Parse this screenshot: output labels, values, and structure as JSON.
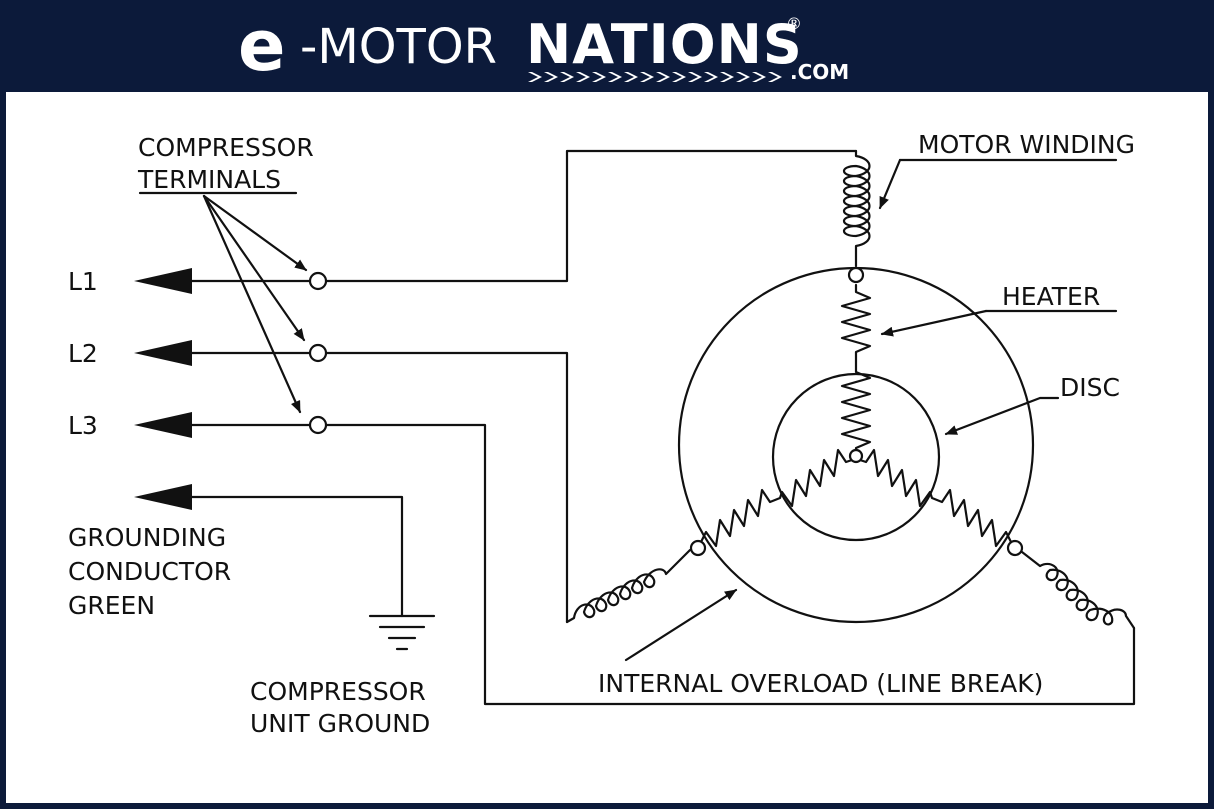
{
  "brand": {
    "e": "e",
    "motor": "-MOTOR",
    "nations": "NATIONS",
    "registered": "®",
    "com": ".COM"
  },
  "colors": {
    "header_bg": "#0c1a3a",
    "panel_bg": "#ffffff",
    "line": "#111111"
  },
  "labels": {
    "compressor_terminals_1": "COMPRESSOR",
    "compressor_terminals_2": "TERMINALS",
    "l1": "L1",
    "l2": "L2",
    "l3": "L3",
    "grounding_1": "GROUNDING",
    "grounding_2": "CONDUCTOR",
    "grounding_3": "GREEN",
    "unit_ground_1": "COMPRESSOR",
    "unit_ground_2": "UNIT GROUND",
    "motor_winding": "MOTOR WINDING",
    "heater": "HEATER",
    "disc": "DISC",
    "internal_overload": "INTERNAL OVERLOAD (LINE BREAK)"
  }
}
